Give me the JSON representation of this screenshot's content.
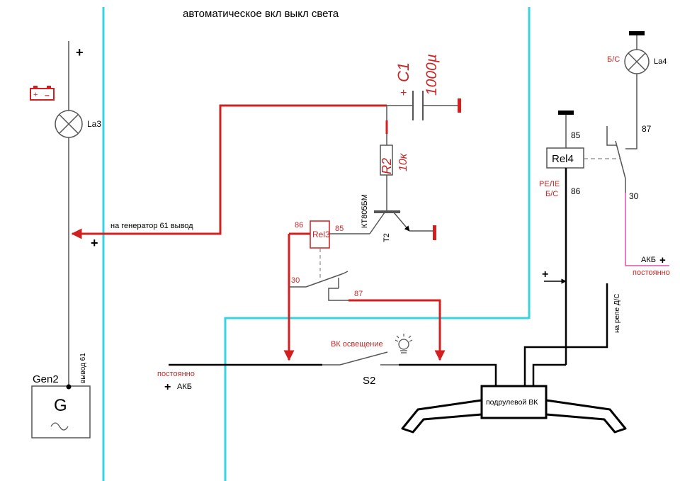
{
  "title": "автоматическое вкл выкл света",
  "colors": {
    "wire": "#000000",
    "power": "#d21f1f",
    "divider": "#35d4e0",
    "constant_line": "#e77bc0",
    "thin": "#555555",
    "red_text": "#c62828"
  },
  "labels": {
    "plus_top": "+",
    "plus_mid": "+",
    "plus_left_akb": "+",
    "plus_right_akb": "+",
    "plus_vk": "+",
    "la3": "La3",
    "la4": "La4",
    "bs_lamp": "Б/С",
    "generator_wire": "на генератор 61 вывод",
    "gen_name": "Gen2",
    "gen_letter": "G",
    "gen_pin": "вывод 61",
    "c1": "C1",
    "c1_value": "1000µ",
    "c1_plus": "+",
    "r2": "R2",
    "r2_value": "10к",
    "transistor_type": "КТ805БМ",
    "t2": "T2",
    "rel3": "Rel3",
    "rel3_86": "86",
    "rel3_85": "85",
    "rel3_30": "30",
    "rel3_87": "87",
    "rel4": "Rel4",
    "rel4_85": "85",
    "rel4_86": "86",
    "rel4_87": "87",
    "rel4_30": "30",
    "relay_bs": "РЕЛЕ\nБ/С",
    "vk_lighting": "ВК освещение",
    "s2": "S2",
    "constantly_left": "постоянно",
    "akb_left": "АКБ",
    "akb_right": "АКБ",
    "constantly_right": "постоянно",
    "to_ds_relay": "на реле Д/С",
    "steering_switch": "подрулевой ВК"
  }
}
